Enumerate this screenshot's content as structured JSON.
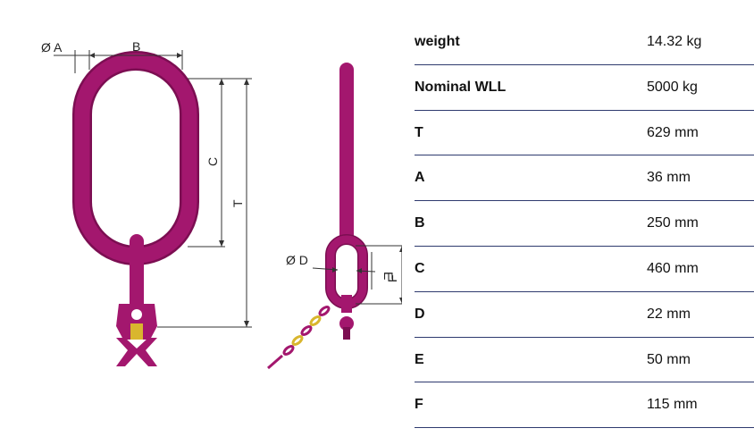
{
  "drawing": {
    "label_dia_a": "Ø A",
    "label_b": "B",
    "label_c": "C",
    "label_t": "T",
    "label_dia_d": "Ø D",
    "label_e": "E",
    "label_f": "F"
  },
  "specs": [
    {
      "label": "weight",
      "value": "14.32 kg"
    },
    {
      "label": "Nominal WLL",
      "value": "5000 kg"
    },
    {
      "label": "T",
      "value": "629 mm"
    },
    {
      "label": "A",
      "value": "36 mm"
    },
    {
      "label": "B",
      "value": "250 mm"
    },
    {
      "label": "C",
      "value": "460 mm"
    },
    {
      "label": "D",
      "value": "22 mm"
    },
    {
      "label": "E",
      "value": "50 mm"
    },
    {
      "label": "F",
      "value": "115 mm"
    }
  ],
  "colors": {
    "link": "#a3176e",
    "chain": "#d9b62e",
    "rule": "#2e3a6e"
  }
}
